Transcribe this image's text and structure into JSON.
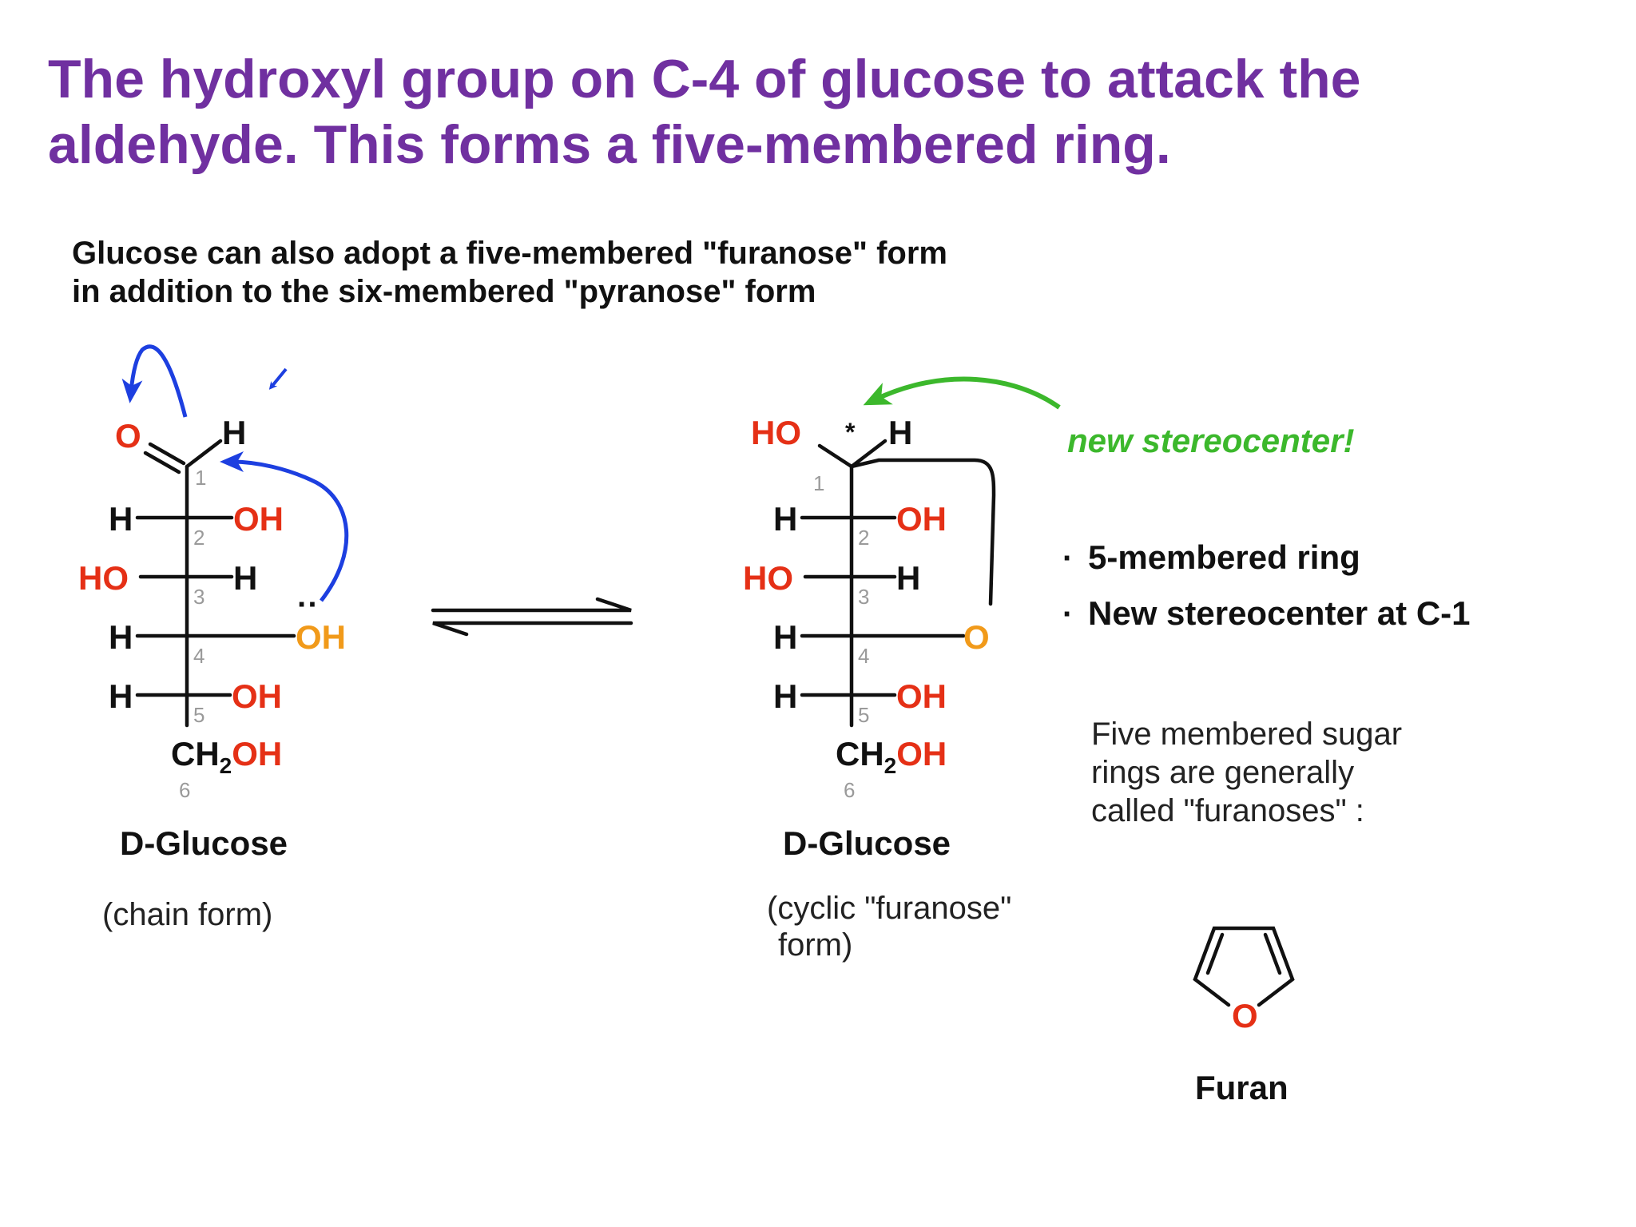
{
  "title": {
    "line1": "The hydroxyl group on C-4 of glucose to attack the",
    "line2": "aldehyde. This forms a five-membered ring."
  },
  "intro": {
    "line1": "Glucose can also adopt a five-membered \"furanose\" form",
    "line2": "in addition to the six-membered \"pyranose\" form"
  },
  "atoms": {
    "O": "O",
    "H": "H",
    "OH": "OH",
    "HO": "HO",
    "CH2_CH": "CH",
    "CH2_sub": "2",
    "CH2_OH": "OH",
    "lone_pair": "··",
    "star": "*"
  },
  "carbons": [
    "1",
    "2",
    "3",
    "4",
    "5",
    "6"
  ],
  "chain": {
    "name": "D-Glucose",
    "form": "(chain form)"
  },
  "cyclic": {
    "name": "D-Glucose",
    "form_line1": "(cyclic \"furanose\"",
    "form_line2": "form)"
  },
  "annotation": "new stereocenter!",
  "bullets": [
    "5-membered ring",
    "New stereocenter at C-1"
  ],
  "note": {
    "line1": "Five membered sugar",
    "line2": "rings are generally",
    "line3": "called \"furanoses\" :"
  },
  "furan": {
    "name": "Furan"
  },
  "colors": {
    "title": "#7030a0",
    "oxygen": "#e53016",
    "attacking_oxygen": "#f19a1a",
    "arrow_blue": "#1d3fe0",
    "arrow_green": "#3cb82c",
    "bond": "#111111"
  }
}
